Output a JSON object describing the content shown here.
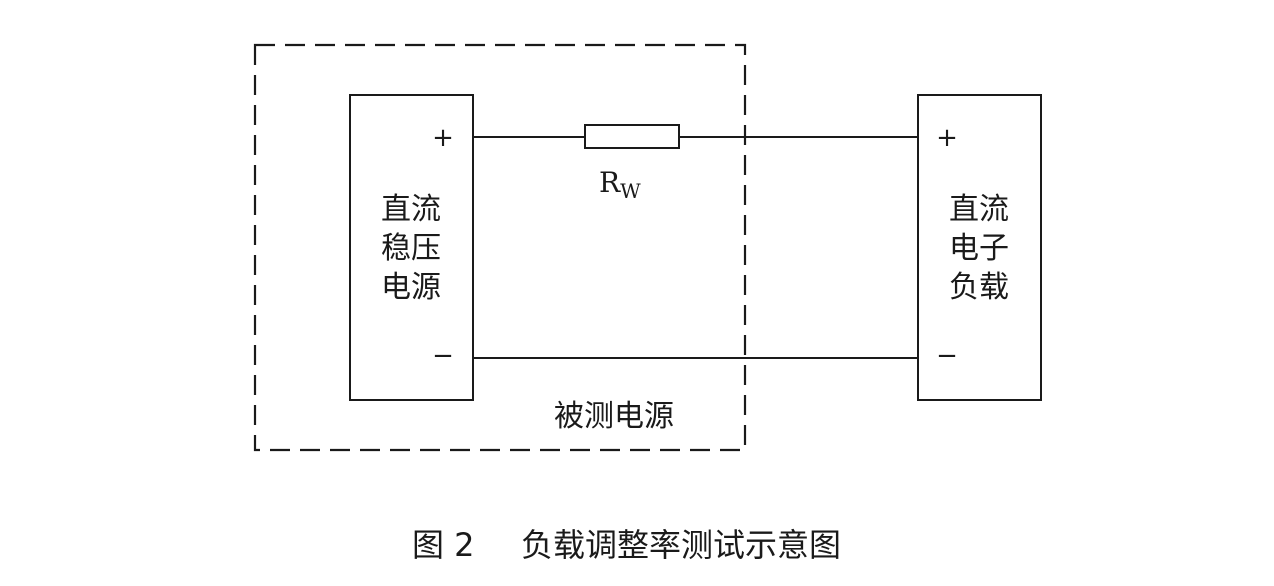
{
  "diagram": {
    "left_box": {
      "lines": [
        "直流",
        "稳压",
        "电源"
      ],
      "plus": "+",
      "minus": "−"
    },
    "right_box": {
      "lines": [
        "直流",
        "电子",
        "负载"
      ],
      "plus": "+",
      "minus": "−"
    },
    "resistor": {
      "label": "R",
      "subscript": "W"
    },
    "dashed_region_label": "被测电源",
    "caption": {
      "number": "图 2",
      "title": "负载调整率测试示意图"
    },
    "colors": {
      "line": "#1a1a1a",
      "background": "#ffffff"
    }
  }
}
